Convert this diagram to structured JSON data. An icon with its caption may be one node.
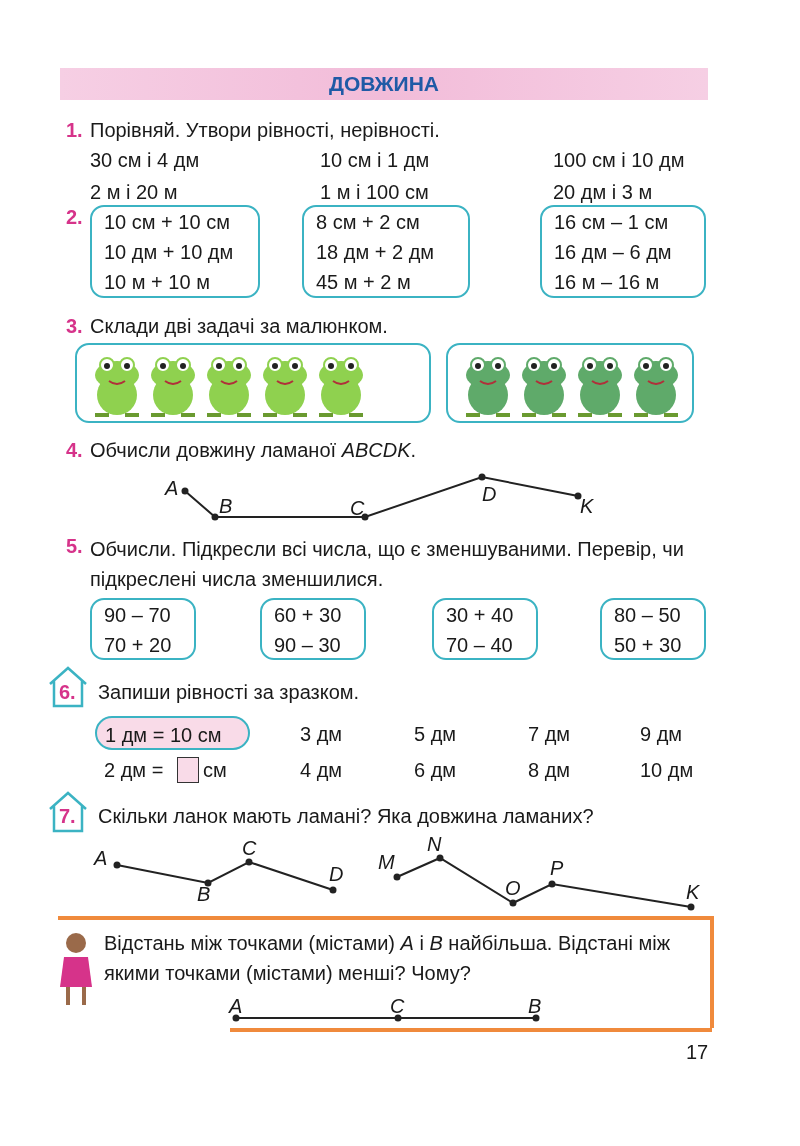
{
  "diagram": {
    "title": "ДОВЖИНА",
    "nodes": [
      {
        "text": [
          "10 см + 10 см",
          "10 дм + 10 дм",
          "10 м + 10 м"
        ]
      },
      {
        "text": [
          "8 см + 2 см",
          "18 дм + 2 дм",
          "45 м + 2 м"
        ]
      },
      {
        "text": [
          "16 см – 1 см",
          "16 дм – 6 дм",
          "16 м – 16 м"
        ]
      },
      {
        "text": [],
        "shape": "picture"
      },
      {
        "text": [],
        "shape": "picture"
      },
      {
        "text": [
          "90 – 70",
          "70 + 20"
        ]
      },
      {
        "text": [
          "60 + 30",
          "90 – 30"
        ]
      },
      {
        "text": [
          "30 + 40",
          "70 – 40"
        ]
      },
      {
        "text": [
          "80 – 50",
          "50 + 30"
        ]
      },
      {
        "text": [
          "1 дм = 10 см"
        ]
      }
    ],
    "edges": [],
    "labels": [
      "1.",
      "Порівняй. Утвори рівності, нерівності.",
      "30 см і 4 дм",
      "10 см і 1 дм",
      "100 см і 10 дм",
      "2 м і 20 м",
      "1 м і 100 см",
      "20 дм і 3 м",
      "2.",
      "3.",
      "Склади дві задачі за малюнком.",
      "4.",
      "Обчисли довжину ламаної *ABCDK*.",
      "A",
      "B",
      "C",
      "D",
      "K",
      "5.",
      "Обчисли. Підкресли всі числа, що є зменшуваними. Перевір, чи підкреслені числа зменшилися.",
      "6.",
      "Запиши рівності за зразком.",
      "3 дм",
      "5 дм",
      "7 дм",
      "9 дм",
      "2 дм =",
      "см",
      "4 дм",
      "6 дм",
      "8 дм",
      "10 дм",
      "7.",
      "Скільки ланок мають ламані? Яка довжина ламаних?",
      "A",
      "B",
      "C",
      "D",
      "M",
      "N",
      "O",
      "P",
      "K",
      "Відстань між точками (містами) *A* і *B* найбільша. Відстані між якими точками (містами) менші? Чому?",
      "A",
      "C",
      "B",
      "17"
    ]
  }
}
